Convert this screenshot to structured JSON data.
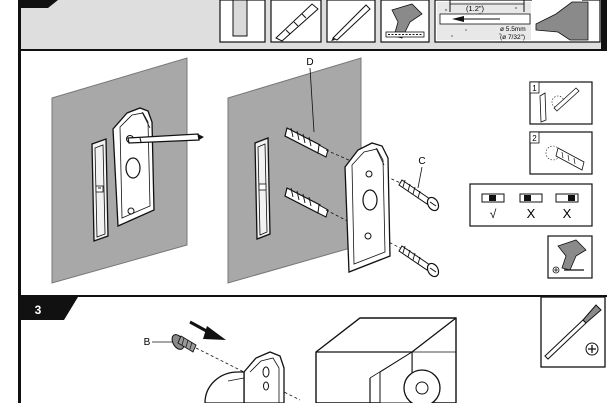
{
  "steps": {
    "step3_label": "3"
  },
  "labels": {
    "dowel": "D",
    "screw": "C",
    "bolt": "B"
  },
  "drill_spec": {
    "depth_inch": "(1.2\")",
    "diameter_mm": "ø 5.5mm",
    "diameter_inch": "(ø 7/32\")"
  },
  "level_check": {
    "ok_mark": "√",
    "bad_mark_1": "X",
    "bad_mark_2": "X"
  },
  "sub_steps": {
    "first": "1",
    "second": "2"
  },
  "colors": {
    "wall_gray": "#a8a8a8",
    "header_gray": "#dedede",
    "badge_black": "#111111"
  },
  "icons": {
    "tool_screwdriver": "screwdriver-icon",
    "tool_drill": "drill-icon",
    "tool_pencil": "pencil-icon",
    "tool_level": "spirit-level-icon",
    "phillips_tip": "phillips-tip-icon"
  }
}
